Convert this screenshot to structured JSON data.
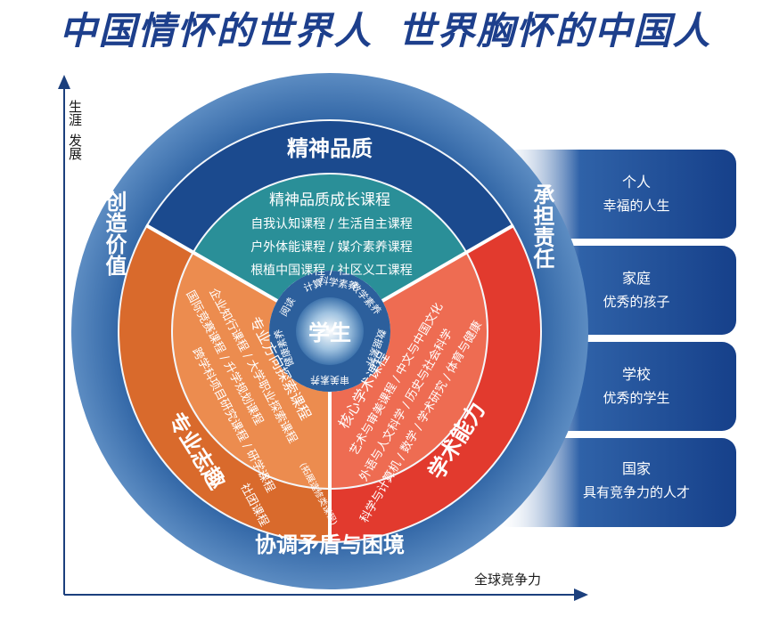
{
  "headline": {
    "left": "中国情怀的世界人",
    "right": "世界胸怀的中国人"
  },
  "axes": {
    "y_label_1": "生涯",
    "y_label_2": "发展",
    "x_label": "全球竞争力"
  },
  "outer_ring": {
    "top": "精神品质",
    "left": "创造价值",
    "right": "承担责任",
    "bottom": "协调矛盾与困境"
  },
  "middle_ring": {
    "left": "专业志趣",
    "right": "学术能力"
  },
  "segments": {
    "spirit": {
      "title": "精神品质成长课程",
      "lines": [
        "自我认知课程 / 生活自主课程",
        "户外体能课程 / 媒介素养课程",
        "根植中国课程 / 社区义工课程"
      ]
    },
    "career": {
      "title": "专业方向探索课程",
      "lines": [
        "企业知行课程 / 大学职业探索课程",
        "国际竞赛课程 / 升学规划课程",
        "跨学科项目研究课程 / 研学课程",
        "社团课程"
      ],
      "note": "(拓展选修类课程)"
    },
    "academic": {
      "title": "核心学术课程",
      "lines": [
        "艺术与审美课程 / 中文与中国文化",
        "外语与人文科学 / 历史与社会科学",
        "科学与计算机 / 数学 / 学术研究 / 体育与健康"
      ]
    }
  },
  "center": {
    "label": "学生",
    "literacies": [
      "计算",
      "科学素养",
      "数学素养",
      "数据素养",
      "审美素养",
      "健康素养",
      "阅读"
    ]
  },
  "cards": [
    {
      "title": "个人",
      "subtitle": "幸福的人生"
    },
    {
      "title": "家庭",
      "subtitle": "优秀的孩子"
    },
    {
      "title": "学校",
      "subtitle": "优秀的学生"
    },
    {
      "title": "国家",
      "subtitle": "具有竞争力的人才"
    }
  ],
  "colors": {
    "navy": "#1b4a8e",
    "navy_dark": "#163d78",
    "teal": "#2a8f98",
    "orange": "#e2712d",
    "orange_light": "#ef8e51",
    "red": "#e23a2e",
    "red_light": "#f07f60",
    "center_blue": "#6a9ec9"
  }
}
